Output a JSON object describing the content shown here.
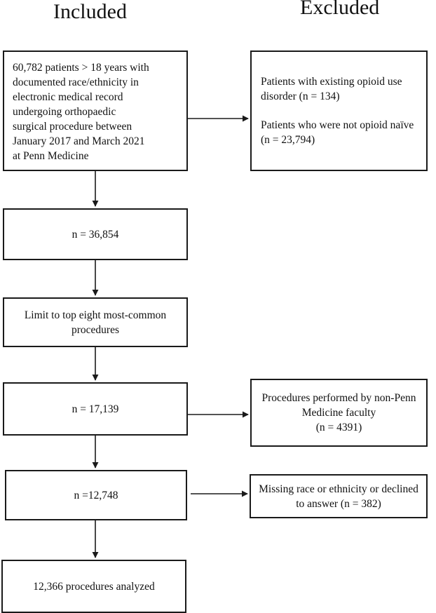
{
  "headings": {
    "included": "Included",
    "excluded": "Excluded"
  },
  "included_boxes": {
    "start": [
      "60,782 patients > 18 years with",
      "documented race/ethnicity in",
      "electronic medical record",
      "undergoing orthopaedic",
      "surgical procedure between",
      "January 2017 and March 2021",
      "at Penn Medicine"
    ],
    "after_opioid": "n = 36,854",
    "limit": "Limit to top eight most-common procedures",
    "after_limit": "n = 17,139",
    "after_faculty": "n =12,748",
    "final": "12,366 procedures analyzed"
  },
  "excluded_boxes": {
    "opioid": {
      "use_disorder": "Patients with existing opioid use disorder (n = 134)",
      "not_naive": "Patients who were not opioid naïve (n = 23,794)"
    },
    "faculty": {
      "text": "Procedures performed by non-Penn Medicine faculty",
      "count": "(n = 4391)"
    },
    "race": {
      "text": "Missing race or ethnicity or declined to answer (n = 382)"
    }
  }
}
